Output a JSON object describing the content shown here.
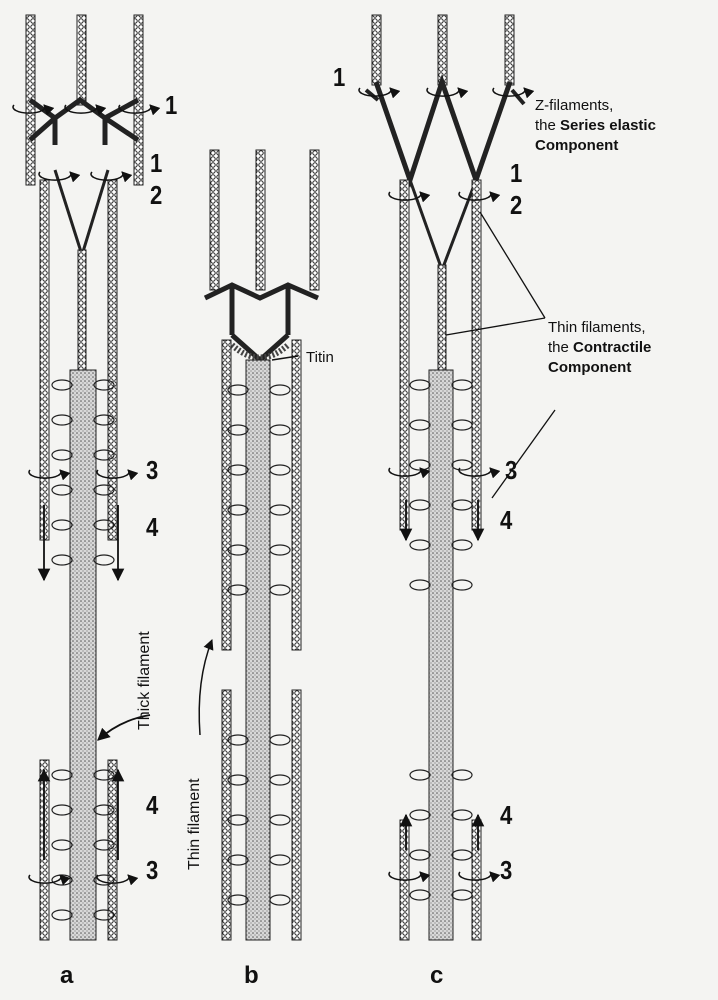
{
  "panels": {
    "a": "a",
    "b": "b",
    "c": "c"
  },
  "numbers": {
    "one": "1",
    "two": "2",
    "three": "3",
    "four": "4"
  },
  "labels": {
    "titin": "Titin",
    "thick_filament": "Thick filament",
    "thin_filament": "Thin filament",
    "z_filaments_line1": "Z-filaments,",
    "z_filaments_line2_prefix": "the ",
    "z_filaments_line2_bold": "Series elastic",
    "z_filaments_line3": "Component",
    "thin_filaments_line1": "Thin filaments,",
    "thin_filaments_line2_prefix": "the ",
    "thin_filaments_line2_bold": "Contractile",
    "thin_filaments_line3": "Component"
  }
}
